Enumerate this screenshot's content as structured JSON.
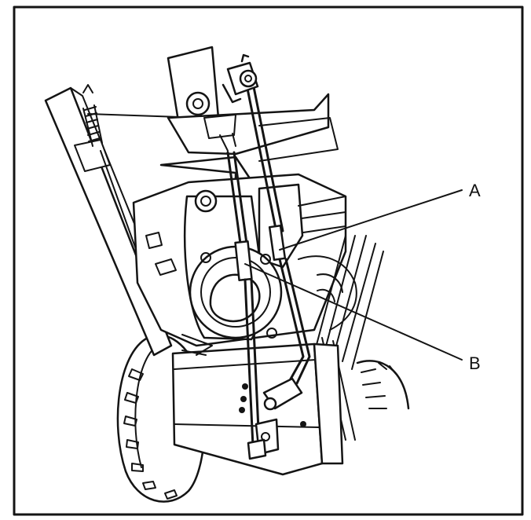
{
  "figure": {
    "callouts": [
      {
        "id": "A",
        "label": "A"
      },
      {
        "id": "B",
        "label": "B"
      }
    ],
    "colors": {
      "ink": "#141414",
      "paper": "#ffffff"
    }
  }
}
